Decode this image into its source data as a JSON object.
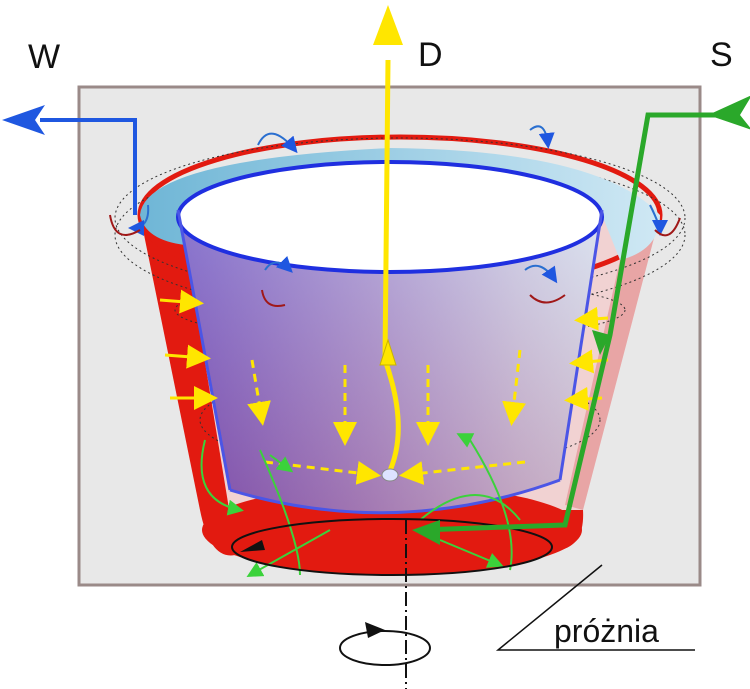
{
  "labels": {
    "waste": "W",
    "distillate": "D",
    "supply": "S",
    "vacuum": "próżnia"
  },
  "colors": {
    "waste_stream": "#1f57e0",
    "distillate_stream": "#ffe600",
    "supply_stream": "#2aa82a",
    "outer_wall": "#e21a10",
    "inner_wall": "#4b55e6",
    "vacuum_box": "#e8e8e8",
    "vacuum_box_border": "#9a8a88"
  },
  "icons": [
    "rotation-arrow-icon",
    "flow-arrow-icon"
  ]
}
